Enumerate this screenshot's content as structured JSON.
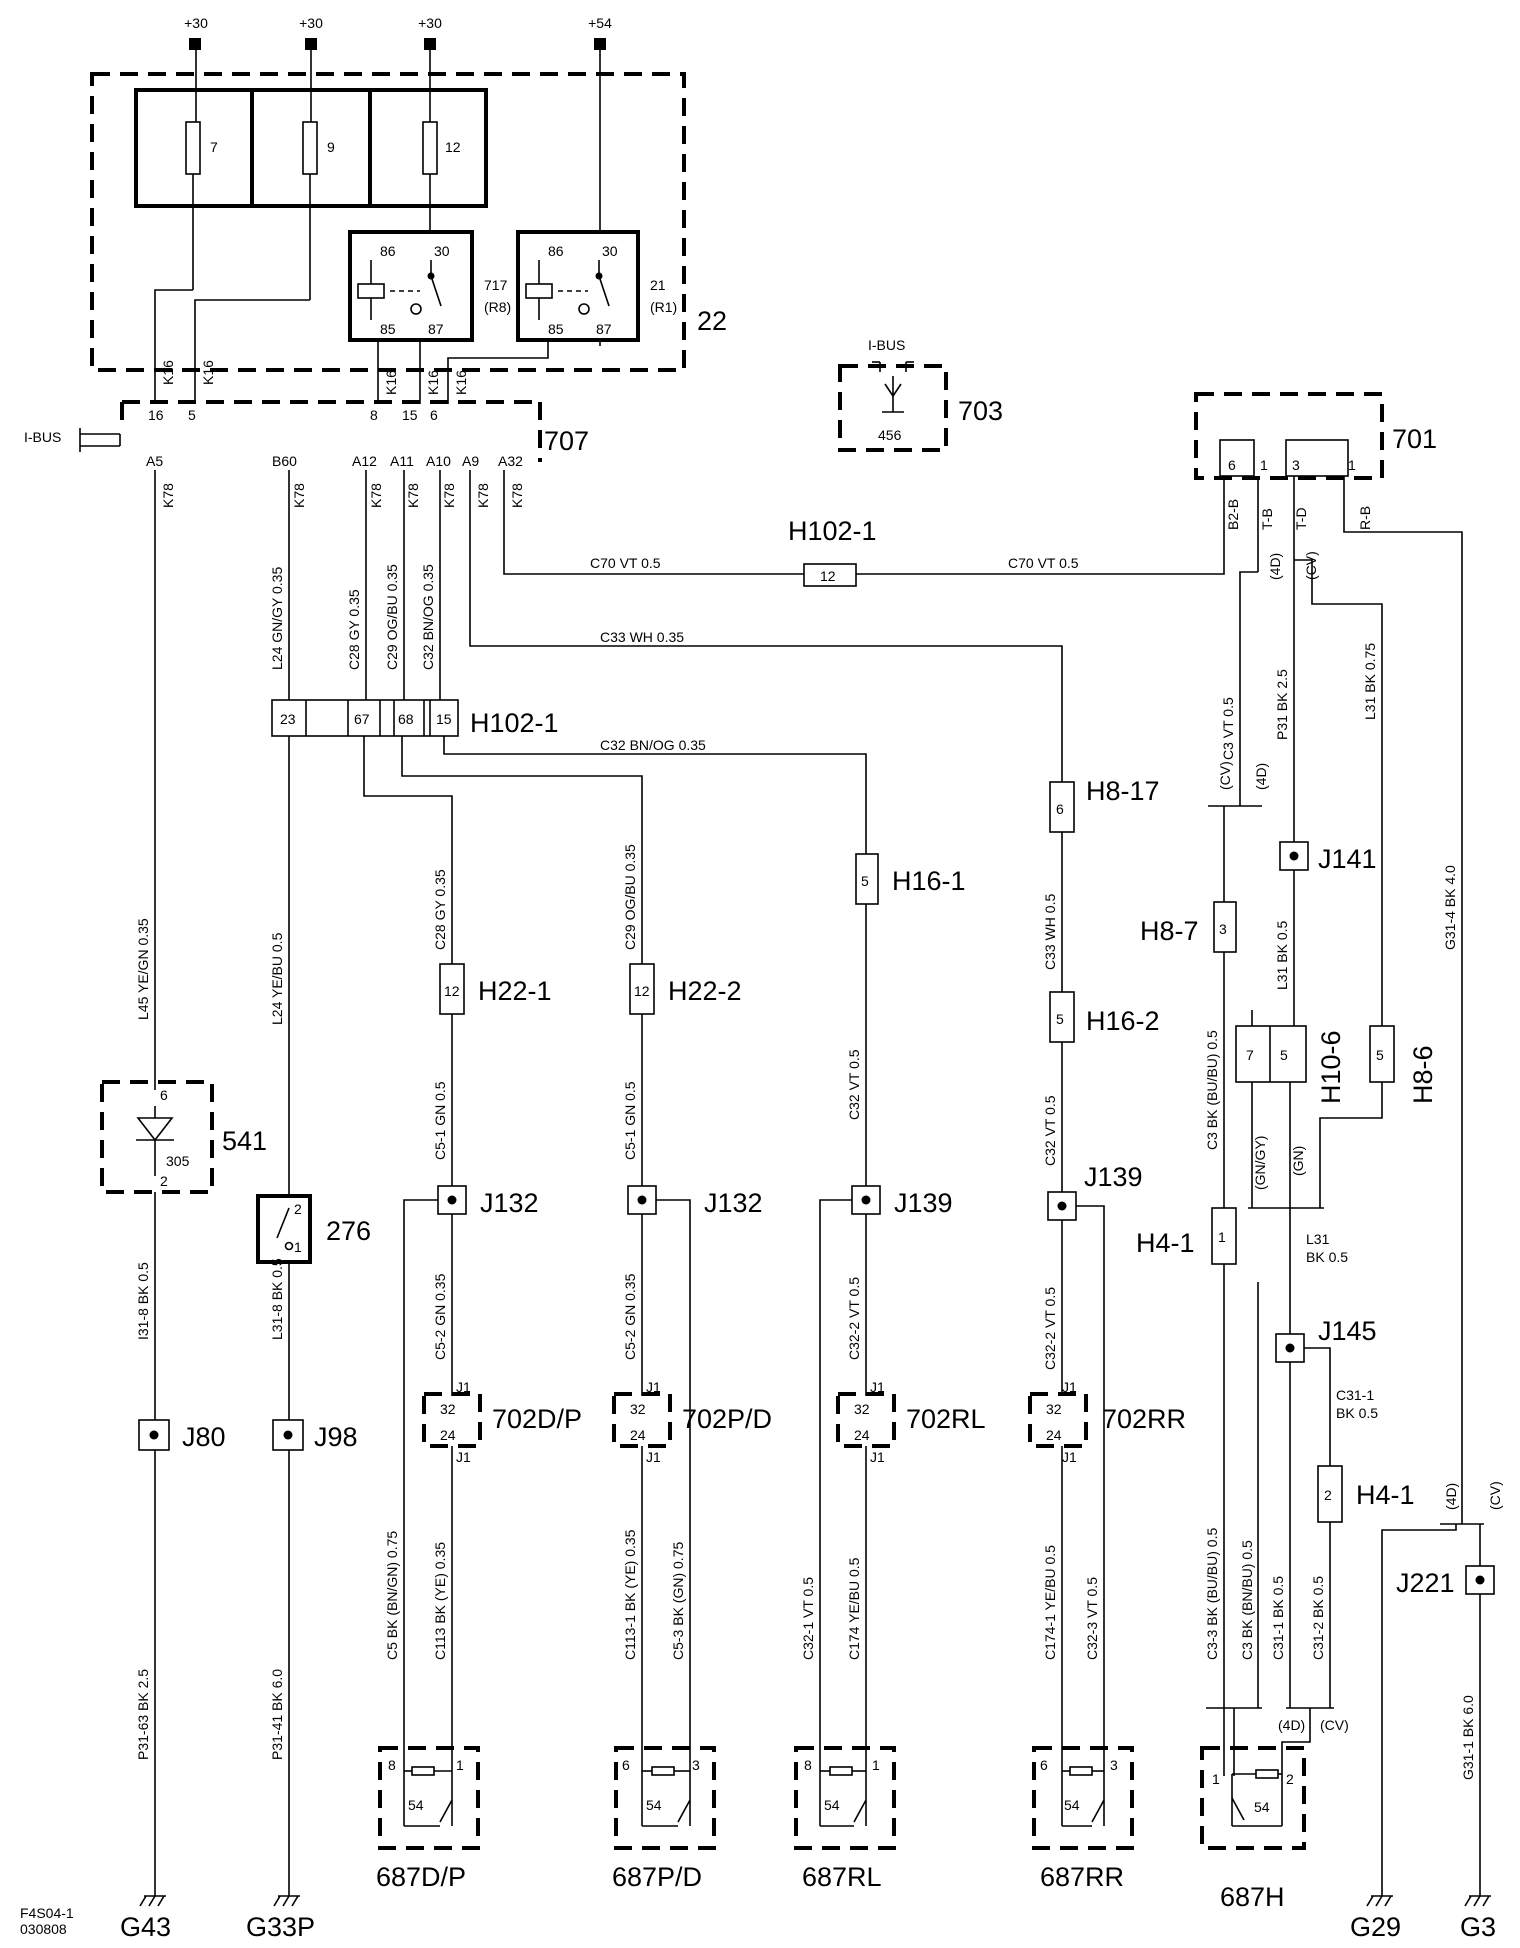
{
  "supplies": [
    "+30",
    "+30",
    "+30",
    "+54"
  ],
  "fuses": [
    "7",
    "9",
    "12"
  ],
  "relays": [
    {
      "id": "717",
      "sub": "(R8)",
      "pins": [
        "86",
        "30",
        "85",
        "87"
      ]
    },
    {
      "id": "21",
      "sub": "(R1)",
      "pins": [
        "86",
        "30",
        "85",
        "87"
      ]
    }
  ],
  "module_22": "22",
  "module_707": "707",
  "ibus_left": "I-BUS",
  "k16": "K16",
  "k78": "K78",
  "top_pins": [
    "16",
    "5",
    "8",
    "15",
    "6"
  ],
  "bottom_pins": [
    "A5",
    "B60",
    "A12",
    "A11",
    "A10",
    "A9",
    "A32"
  ],
  "ibus_comp": {
    "label": "I-BUS",
    "num": "456",
    "id": "703"
  },
  "module_701": {
    "id": "701",
    "pins": [
      "6",
      "1",
      "3",
      "1"
    ],
    "pin_labels": [
      "B2-B",
      "T-B",
      "T-D",
      "R-B"
    ]
  },
  "variants": {
    "four_d": "(4D)",
    "cv": "(CV)"
  },
  "connectors": {
    "h102_inline": {
      "label": "H102-1",
      "pin": "12"
    },
    "h102_block": {
      "label": "H102-1",
      "pins": [
        "23",
        "67",
        "68",
        "15"
      ]
    },
    "h8_17": {
      "label": "H8-17",
      "pin": "6"
    },
    "h16_1": {
      "label": "H16-1",
      "pin": "5"
    },
    "h16_2": {
      "label": "H16-2",
      "pin": "5"
    },
    "h22_1": {
      "label": "H22-1",
      "pin": "12"
    },
    "h22_2": {
      "label": "H22-2",
      "pin": "12"
    },
    "h8_7": {
      "label": "H8-7",
      "pin": "3"
    },
    "h10_6": {
      "label": "H10-6",
      "pins": [
        "7",
        "5"
      ]
    },
    "h8_6": {
      "label": "H8-6",
      "pin": "5"
    },
    "h4_1a": {
      "label": "H4-1",
      "pin": "1"
    },
    "h4_1b": {
      "label": "H4-1",
      "pin": "2"
    }
  },
  "joints": {
    "j80": "J80",
    "j98": "J98",
    "j132a": "J132",
    "j132b": "J132",
    "j139a": "J139",
    "j139b": "J139",
    "j141": "J141",
    "j145": "J145",
    "j221": "J221"
  },
  "comp_541": {
    "id": "541",
    "num": "305",
    "pins": [
      "6",
      "2"
    ]
  },
  "comp_276": {
    "id": "276",
    "pins": [
      "2",
      "1"
    ]
  },
  "door_modules": [
    {
      "id": "702D/P",
      "pins": [
        "32",
        "24"
      ],
      "conn": "J1"
    },
    {
      "id": "702P/D",
      "pins": [
        "32",
        "24"
      ],
      "conn": "J1"
    },
    {
      "id": "702RL",
      "pins": [
        "32",
        "24"
      ],
      "conn": "J1"
    },
    {
      "id": "702RR",
      "pins": [
        "32",
        "24"
      ],
      "conn": "J1"
    }
  ],
  "heaters": [
    {
      "id": "687D/P",
      "pins": [
        "8",
        "1"
      ],
      "num": "54"
    },
    {
      "id": "687P/D",
      "pins": [
        "6",
        "3"
      ],
      "num": "54"
    },
    {
      "id": "687RL",
      "pins": [
        "8",
        "1"
      ],
      "num": "54"
    },
    {
      "id": "687RR",
      "pins": [
        "6",
        "3"
      ],
      "num": "54"
    },
    {
      "id": "687H",
      "pins": [
        "1",
        "2"
      ],
      "num": "54"
    }
  ],
  "grounds": [
    "G43",
    "G33P",
    "G29",
    "G3"
  ],
  "wires": {
    "l45": "L45 YE/GN 0.35",
    "l24a": "L24 GN/GY 0.35",
    "l24b": "L24 YE/BU 0.5",
    "c28a": "C28 GY 0.35",
    "c29a": "C29 OG/BU 0.35",
    "c32a": "C32 BN/OG 0.35",
    "c70a": "C70 VT 0.5",
    "c70b": "C70 VT 0.5",
    "c33": "C33 WH 0.35",
    "c32b": "C32 BN/OG 0.35",
    "c28b": "C28 GY 0.35",
    "c29b": "C29 OG/BU 0.35",
    "c33b": "C33 WH 0.5",
    "c5_1a": "C5-1 GN 0.5",
    "c5_1b": "C5-1 GN 0.5",
    "c32c": "C32 VT 0.5",
    "c32d": "C32 VT 0.5",
    "c5_2a": "C5-2 GN 0.35",
    "c5_2b": "C5-2 GN 0.35",
    "c32_2a": "C32-2 VT 0.5",
    "c32_2b": "C32-2 VT 0.5",
    "i31_8": "I31-8 BK 0.5",
    "l31_8": "L31-8 BK 0.5",
    "p31_63": "P31-63 BK 2.5",
    "p31_41": "P31-41 BK 6.0",
    "c5bk": "C5 BK (BN/GN) 0.75",
    "c113": "C113 BK (YE) 0.35",
    "c113_1": "C113-1 BK (YE) 0.35",
    "c5_3": "C5-3 BK (GN) 0.75",
    "c32_1": "C32-1 VT 0.5",
    "c174": "C174 YE/BU 0.5",
    "c174_1": "C174-1 YE/BU 0.5",
    "c32_3": "C32-3 VT 0.5",
    "c3a": "C3 VT 0.5",
    "p31": "P31 BK 2.5",
    "l31a": "L31 BK 0.75",
    "g31_4": "G31-4 BK 4.0",
    "l31b": "L31 BK 0.5",
    "c3b": "C3 BK (BU/BU) 0.5",
    "gngy": "(GN/GY)",
    "gn": "(GN)",
    "l31c": "L31",
    "l31c2": "BK 0.5",
    "c31_1": "C31-1",
    "c31_1b": "BK 0.5",
    "c3_3": "C3-3 BK (BU/BU) 0.5",
    "c3c": "C3 BK (BN/BU) 0.5",
    "c31_1c": "C31-1 BK 0.5",
    "c31_2": "C31-2 BK 0.5",
    "g31_1": "G31-1 BK 6.0"
  },
  "footer": {
    "line1": "F4S04-1",
    "line2": "030808"
  }
}
